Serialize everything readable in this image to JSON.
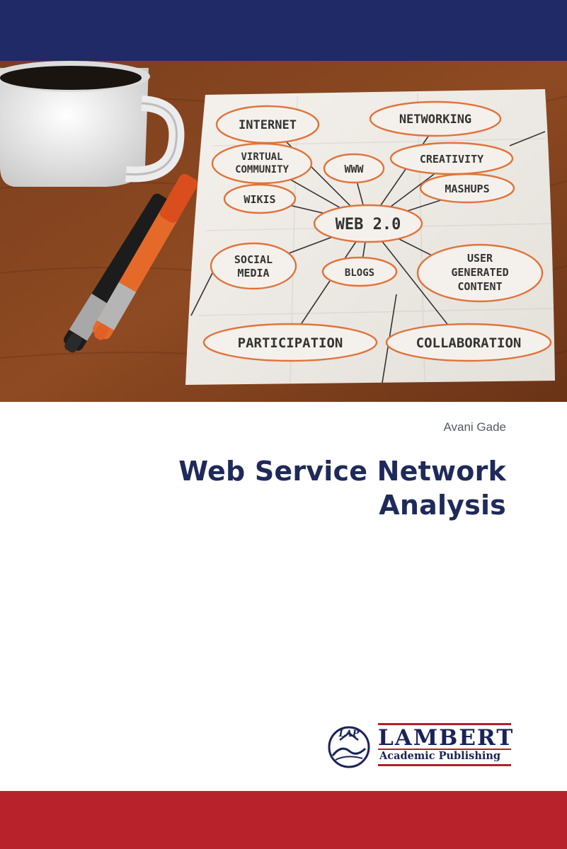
{
  "cover": {
    "colors": {
      "top_band": "#1f2a66",
      "bottom_band": "#b8232b",
      "title": "#1f2a5a",
      "author": "#555a66",
      "logo": "#1a2358",
      "logo_rule": "#b0202a"
    },
    "author": "Avani Gade",
    "title_lines": [
      "Web Service Network",
      "Analysis"
    ],
    "photo": {
      "icons": [
        "coffee-mug-icon",
        "marker-pens-icon",
        "napkin-mindmap"
      ],
      "center_label": "WEB 2.0",
      "bubbles": {
        "internet": "INTERNET",
        "networking": "NETWORKING",
        "virtual_1": "VIRTUAL",
        "virtual_2": "COMMUNITY",
        "www": "WWW",
        "creativity": "CREATIVITY",
        "wikis": "WIKIS",
        "mashups": "MASHUPS",
        "social_1": "SOCIAL",
        "social_2": "MEDIA",
        "blogs": "BLOGS",
        "ugc_1": "USER",
        "ugc_2": "GENERATED",
        "ugc_3": "CONTENT",
        "participation": "PARTICIPATION",
        "collaboration": "COLLABORATION"
      }
    },
    "publisher": {
      "seal_text": "LAP",
      "name": "LAMBERT",
      "subtitle": "Academic Publishing"
    }
  }
}
